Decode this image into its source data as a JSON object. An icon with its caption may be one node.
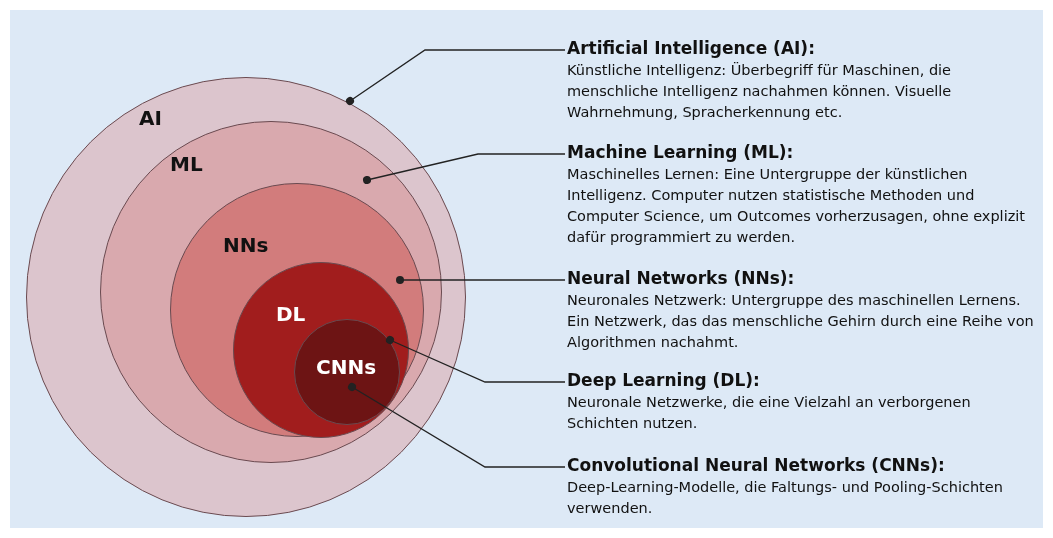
{
  "diagram": {
    "nodes": [
      {
        "text": [
          "AI"
        ]
      },
      {
        "text": [
          "ML"
        ],
        "in": 0
      },
      {
        "text": [
          "NNs"
        ],
        "in": 1
      },
      {
        "text": [
          "DL"
        ],
        "in": 2
      },
      {
        "text": [
          "CNNs"
        ],
        "in": 3
      },
      {
        "text": [
          "Artificial Intelligence (AI):",
          "Künstliche Intelligenz: Überbegriff für Maschinen, die menschliche Intelligenz nachahmen können. Visuelle Wahrnehmung, Spracherkennung etc."
        ]
      },
      {
        "text": [
          "Machine Learning (ML):",
          "Maschinelles Lernen: Eine Untergruppe der künstlichen Intelligenz. Computer nutzen statistische Methoden und Computer Science, um Outcomes vorherzusagen, ohne explizit dafür programmiert zu werden."
        ]
      },
      {
        "text": [
          "Neural Networks (NNs):",
          "Neuronales Netzwerk: Untergruppe des maschinellen Lernens. Ein Netzwerk, das das menschliche Gehirn durch eine Reihe von Algorithmen nachahmt."
        ]
      },
      {
        "text": [
          "Deep Learning (DL):",
          "Neuronale Netzwerke, die eine Vielzahl an verborgenen Schichten nutzen."
        ]
      },
      {
        "text": [
          "Convolutional Neural Networks (CNNs):",
          "Deep-Learning-Modelle, die Faltungs- und Pooling-Schichten verwenden."
        ]
      }
    ],
    "edges": [
      {
        "from": 5,
        "to": 0,
        "arrow": "other"
      },
      {
        "from": 6,
        "to": 1,
        "arrow": "other"
      },
      {
        "from": 7,
        "to": 2,
        "arrow": "other"
      },
      {
        "from": 8,
        "to": 3,
        "arrow": "other"
      },
      {
        "from": 9,
        "to": 4,
        "arrow": "other"
      }
    ]
  }
}
